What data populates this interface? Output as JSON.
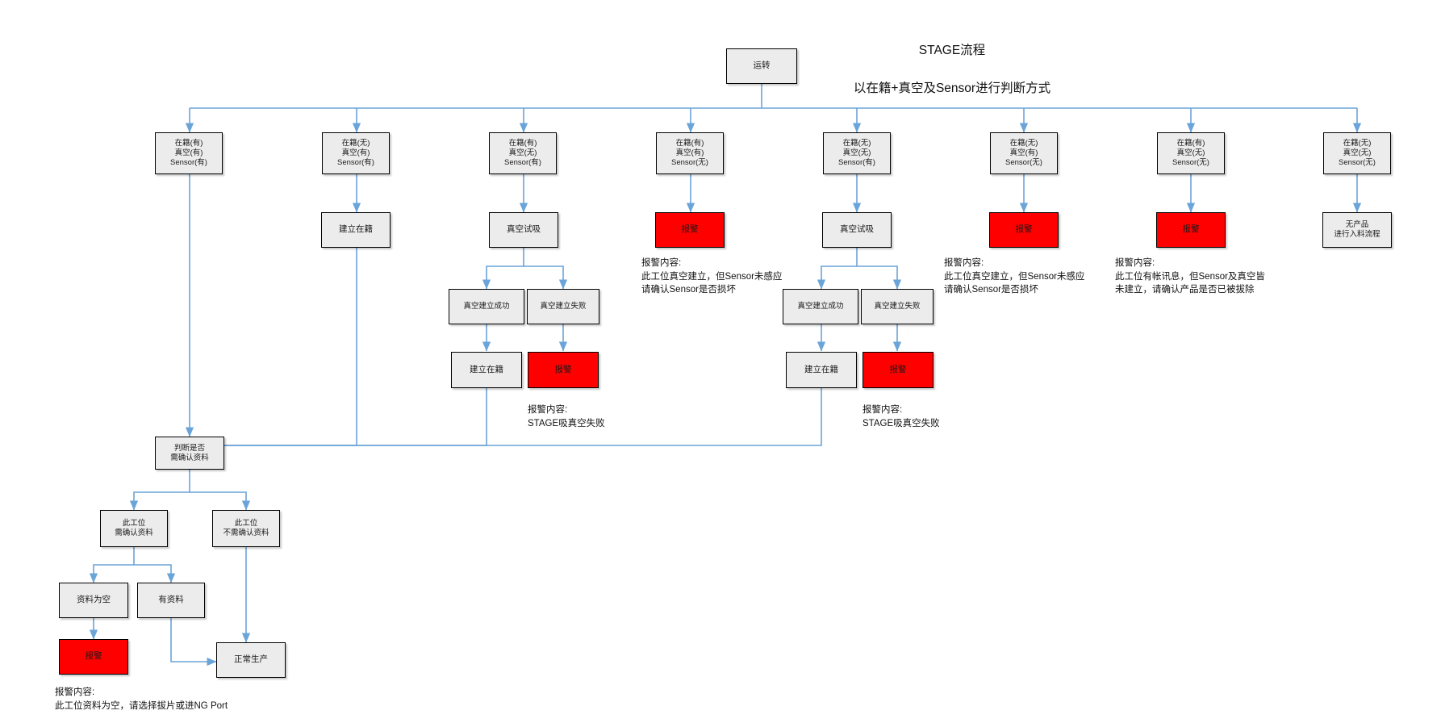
{
  "title": {
    "line1": "STAGE流程",
    "line2": "以在籍+真空及Sensor进行判断方式"
  },
  "colors": {
    "node_fill": "#ececec",
    "node_border": "#000000",
    "alarm_fill": "#ff0000",
    "edge": "#6aa4d8",
    "text": "#1a1a1a"
  },
  "nodes": {
    "root": "运转",
    "cond1": "在籍(有)\n真空(有)\nSensor(有)",
    "cond2": "在籍(无)\n真空(有)\nSensor(有)",
    "cond3": "在籍(有)\n真空(无)\nSensor(有)",
    "cond4": "在籍(有)\n真空(有)\nSensor(无)",
    "cond5": "在籍(无)\n真空(无)\nSensor(有)",
    "cond6": "在籍(无)\n真空(有)\nSensor(无)",
    "cond7": "在籍(有)\n真空(无)\nSensor(无)",
    "cond8": "在籍(无)\n真空(无)\nSensor(无)",
    "build_record_c2": "建立在籍",
    "vacuum_try_c3": "真空试吸",
    "alarm_c4": "报警",
    "vacuum_try_c5": "真空试吸",
    "alarm_c6": "报警",
    "alarm_c7": "报警",
    "no_product_c8": "无产品\n进行入料流程",
    "vac_ok_c3": "真空建立成功",
    "vac_fail_c3": "真空建立失败",
    "vac_ok_c5": "真空建立成功",
    "vac_fail_c5": "真空建立失败",
    "build_record_c3": "建立在籍",
    "alarm_vacfail_c3": "报警",
    "build_record_c5": "建立在籍",
    "alarm_vacfail_c5": "报警",
    "judge_need_data": "判断是否\n需确认资料",
    "need_confirm": "此工位\n需确认资料",
    "no_need_confirm": "此工位\n不需确认资料",
    "data_empty": "资料为空",
    "has_data": "有资料",
    "alarm_data_empty": "报警",
    "normal_production": "正常生产"
  },
  "notes": {
    "note_c4": "报警内容:\n此工位真空建立，但Sensor未感应\n请确认Sensor是否损坏",
    "note_c3_vacfail": "报警内容:\nSTAGE吸真空失败",
    "note_c5_vacfail": "报警内容:\nSTAGE吸真空失败",
    "note_c6": "报警内容:\n此工位真空建立，但Sensor未感应\n请确认Sensor是否损坏",
    "note_c7": "报警内容:\n此工位有帐讯息，但Sensor及真空皆\n未建立，请确认产品是否已被拔除",
    "note_data_empty": "报警内容:\n此工位资料为空，请选择拔片或进NG Port"
  }
}
